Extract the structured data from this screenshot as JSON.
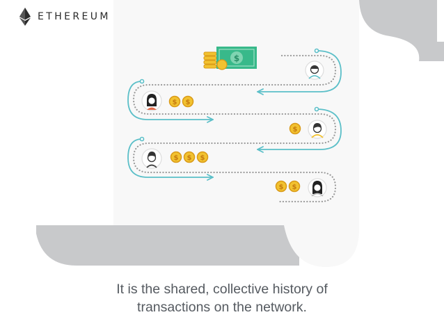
{
  "brand": {
    "name": "ETHEREUM",
    "logo_icon": "ethereum-diamond-icon"
  },
  "caption": {
    "line1": "It is the shared, collective history of",
    "line2": "transactions on the network."
  },
  "illustration": {
    "coin_symbol": "$",
    "banknote_symbol": "$",
    "colors": {
      "paper_shadow": "#c8c9cb",
      "paper": "#f8f8f8",
      "path_teal": "#5bbfc8",
      "dots": "#9a9a9a",
      "coin": "#f2c230",
      "coin_edge": "#d99a18",
      "banknote": "#38b98a",
      "avatar_ring": "#cfcfcf"
    }
  }
}
